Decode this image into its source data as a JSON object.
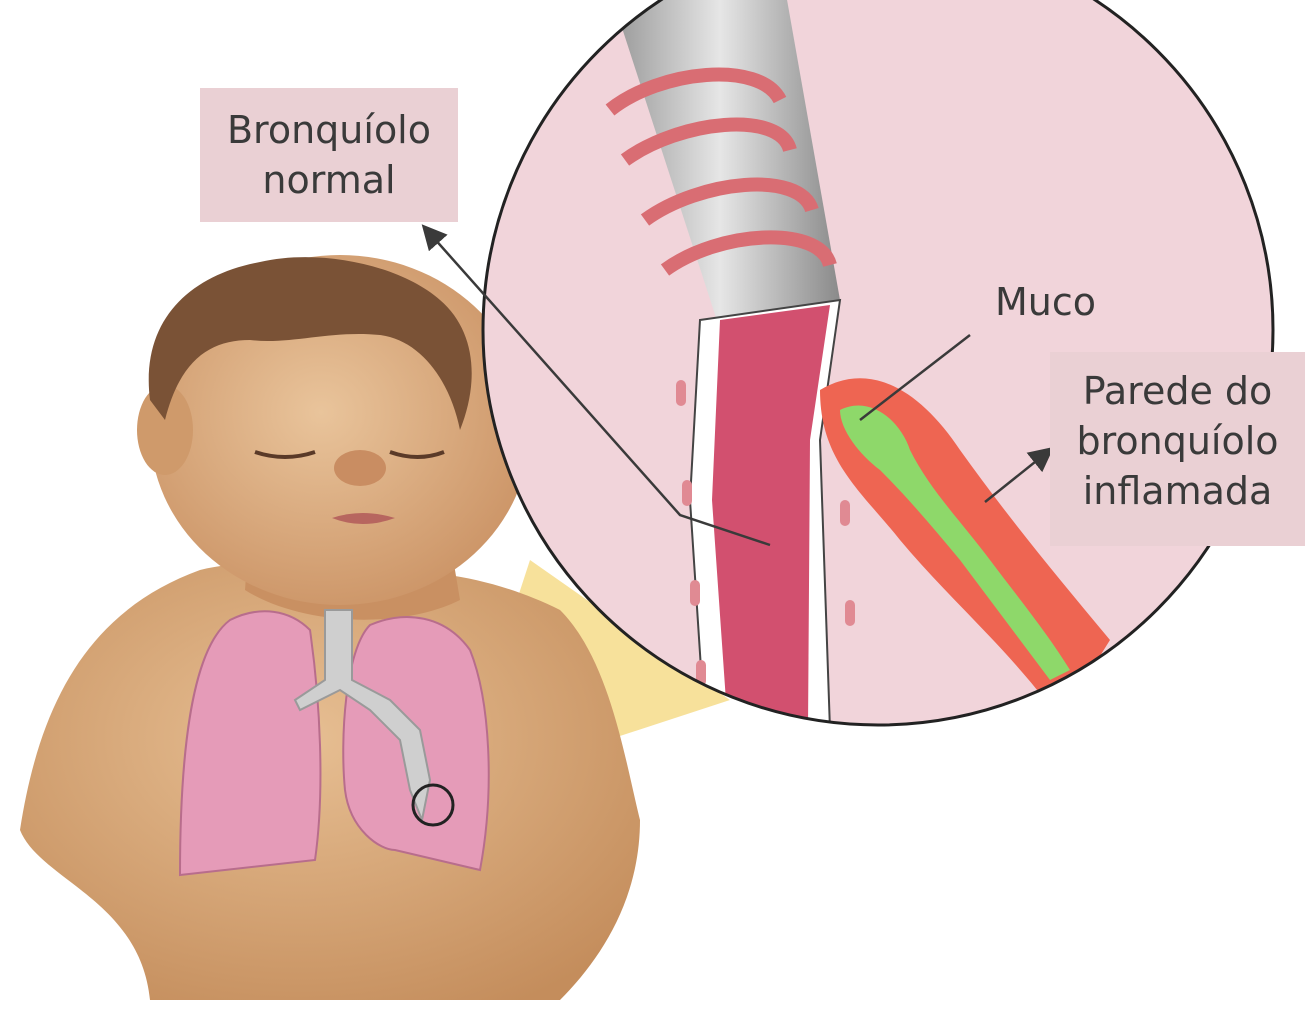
{
  "labels": {
    "normal_bronchiole": {
      "line1": "Bronquíolo",
      "line2": "normal"
    },
    "mucus": "Muco",
    "inflamed_wall": {
      "line1": "Parede do",
      "line2": "bronquíolo",
      "line3": "inflamada"
    }
  },
  "colors": {
    "label_background": "#ead0d4",
    "magnifier_background": "#f1d4da",
    "skin": "#d9a878",
    "hair": "#7a5236",
    "lung": "#e59bb8",
    "airway_wall": "#c9c9c9",
    "muscle_band": "#d96d73",
    "normal_lumen": "#d2506f",
    "inflamed_tissue": "#ee6552",
    "mucus": "#8ed86a",
    "highlight_beam": "#f4d77a"
  }
}
